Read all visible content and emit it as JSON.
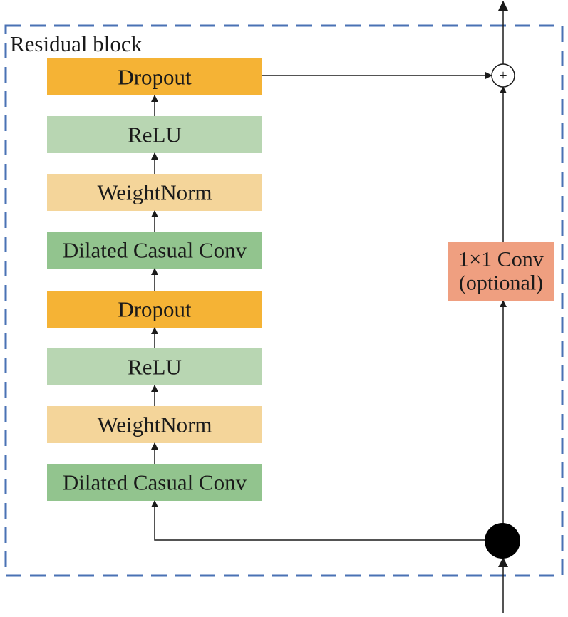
{
  "block": {
    "title": "Residual block",
    "border_color": "#4a72b4"
  },
  "layers": [
    {
      "id": "dropout-top",
      "label": "Dropout",
      "color": "#f5b335"
    },
    {
      "id": "relu-top",
      "label": "ReLU",
      "color": "#b8d6b2"
    },
    {
      "id": "weightnorm-top",
      "label": "WeightNorm",
      "color": "#f4d59a"
    },
    {
      "id": "dilated-conv-top",
      "label": "Dilated Casual Conv",
      "color": "#92c48e"
    },
    {
      "id": "dropout-bottom",
      "label": "Dropout",
      "color": "#f5b335"
    },
    {
      "id": "relu-bottom",
      "label": "ReLU",
      "color": "#b8d6b2"
    },
    {
      "id": "weightnorm-bottom",
      "label": "WeightNorm",
      "color": "#f4d59a"
    },
    {
      "id": "dilated-conv-bottom",
      "label": "Dilated Casual Conv",
      "color": "#92c48e"
    }
  ],
  "shortcut": {
    "line1": "1×1 Conv",
    "line2": "(optional)",
    "color": "#ef9f80"
  },
  "sum_symbol": "+",
  "icons": {
    "sum": "circle-plus-icon",
    "split": "filled-circle-node-icon"
  }
}
